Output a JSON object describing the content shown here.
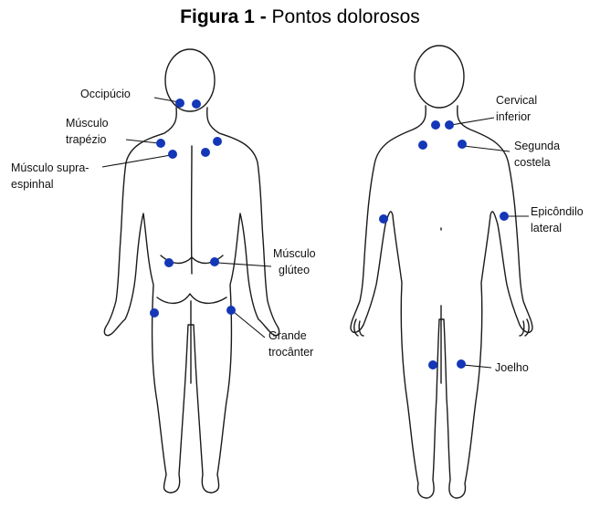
{
  "title": {
    "prefix": "Figura 1 -",
    "text": "Pontos dolorosos"
  },
  "colors": {
    "tender_point": "#1437b8",
    "outline": "#1a1a1a"
  },
  "labels": {
    "occipucio": "Occipúcio",
    "trapezio_1": "Músculo",
    "trapezio_2": "trapézio",
    "supraespinhal_1": "Músculo supra-",
    "supraespinhal_2": "espinhal",
    "gluteo_1": "Músculo",
    "gluteo_2": "glúteo",
    "trocanter_1": "Grande",
    "trocanter_2": "trocânter",
    "cervical_1": "Cervical",
    "cervical_2": "inferior",
    "costela_1": "Segunda",
    "costela_2": "costela",
    "epicondilo_1": "Epicôndilo",
    "epicondilo_2": "lateral",
    "joelho": "Joelho"
  }
}
